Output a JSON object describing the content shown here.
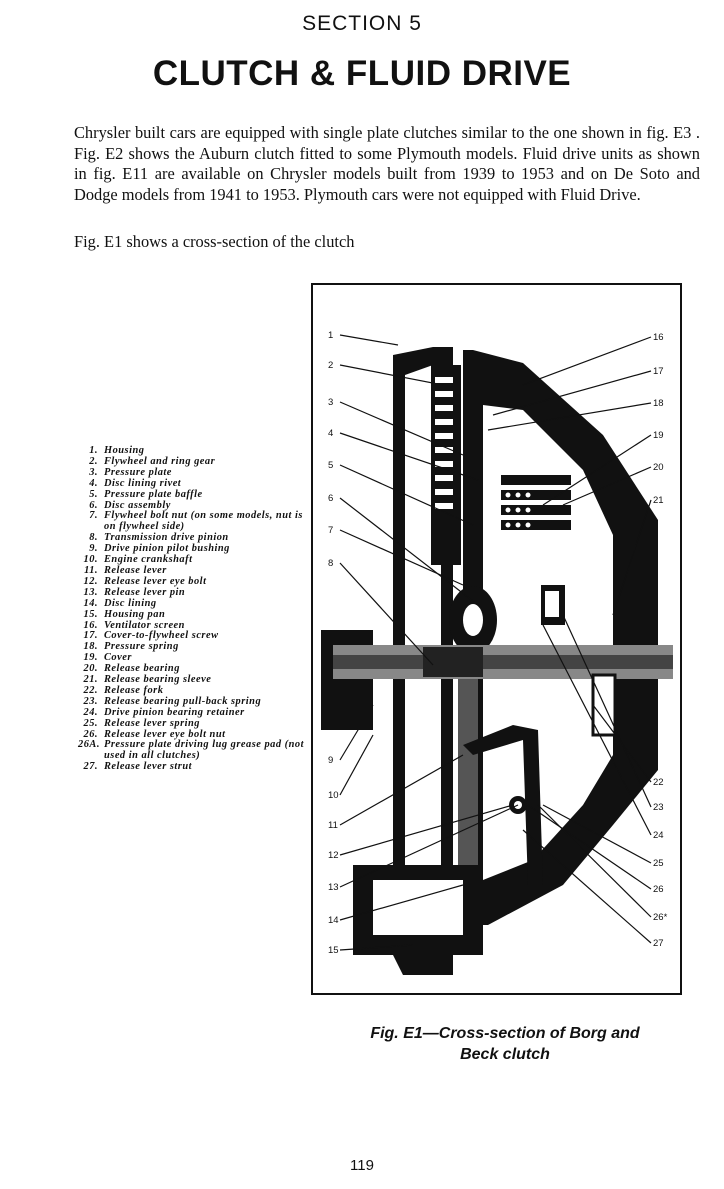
{
  "header": {
    "section_label": "SECTION 5",
    "title": "CLUTCH & FLUID DRIVE"
  },
  "intro": {
    "paragraph": "Chrysler built cars are equipped with single plate clutches similar to the one shown in fig. E3 . Fig. E2 shows the Auburn clutch fitted to some Plymouth models. Fluid drive units as shown in fig. E11 are available on Chrysler models built from 1939 to 1953 and on De Soto and Dodge models from 1941 to 1953. Plymouth cars were not equipped with Fluid Drive.",
    "reference": "Fig. E1 shows a cross-section of the clutch"
  },
  "legend": [
    {
      "num": "1.",
      "text": "Housing"
    },
    {
      "num": "2.",
      "text": "Flywheel and ring gear"
    },
    {
      "num": "3.",
      "text": "Pressure plate"
    },
    {
      "num": "4.",
      "text": "Disc lining rivet"
    },
    {
      "num": "5.",
      "text": "Pressure plate baffle"
    },
    {
      "num": "6.",
      "text": "Disc assembly"
    },
    {
      "num": "7.",
      "text": "Flywheel bolt nut (on some models, nut is on flywheel side)"
    },
    {
      "num": "8.",
      "text": "Transmission drive pinion"
    },
    {
      "num": "9.",
      "text": "Drive pinion pilot bushing"
    },
    {
      "num": "10.",
      "text": "Engine crankshaft"
    },
    {
      "num": "11.",
      "text": "Release lever"
    },
    {
      "num": "12.",
      "text": "Release lever eye bolt"
    },
    {
      "num": "13.",
      "text": "Release lever pin"
    },
    {
      "num": "14.",
      "text": "Disc lining"
    },
    {
      "num": "15.",
      "text": "Housing pan"
    },
    {
      "num": "16.",
      "text": "Ventilator screen"
    },
    {
      "num": "17.",
      "text": "Cover-to-flywheel screw"
    },
    {
      "num": "18.",
      "text": "Pressure spring"
    },
    {
      "num": "19.",
      "text": "Cover"
    },
    {
      "num": "20.",
      "text": "Release bearing"
    },
    {
      "num": "21.",
      "text": "Release bearing sleeve"
    },
    {
      "num": "22.",
      "text": "Release fork"
    },
    {
      "num": "23.",
      "text": "Release bearing pull-back spring"
    },
    {
      "num": "24.",
      "text": "Drive pinion bearing retainer"
    },
    {
      "num": "25.",
      "text": "Release lever spring"
    },
    {
      "num": "26.",
      "text": "Release lever eye bolt nut"
    },
    {
      "num": "26A.",
      "text": "Pressure plate driving lug grease pad (not used in all clutches)"
    },
    {
      "num": "27.",
      "text": "Release lever strut"
    }
  ],
  "figure": {
    "callouts_left": [
      "1",
      "2",
      "3",
      "4",
      "5",
      "6",
      "7",
      "8",
      "9",
      "10",
      "11",
      "12",
      "13",
      "14",
      "15"
    ],
    "callouts_right": [
      "16",
      "17",
      "18",
      "19",
      "20",
      "21",
      "22",
      "23",
      "24",
      "25",
      "26",
      "26*",
      "27"
    ],
    "caption_line1": "Fig. E1—Cross-section of Borg and",
    "caption_line2": "Beck clutch"
  },
  "footer": {
    "page_number": "119"
  }
}
